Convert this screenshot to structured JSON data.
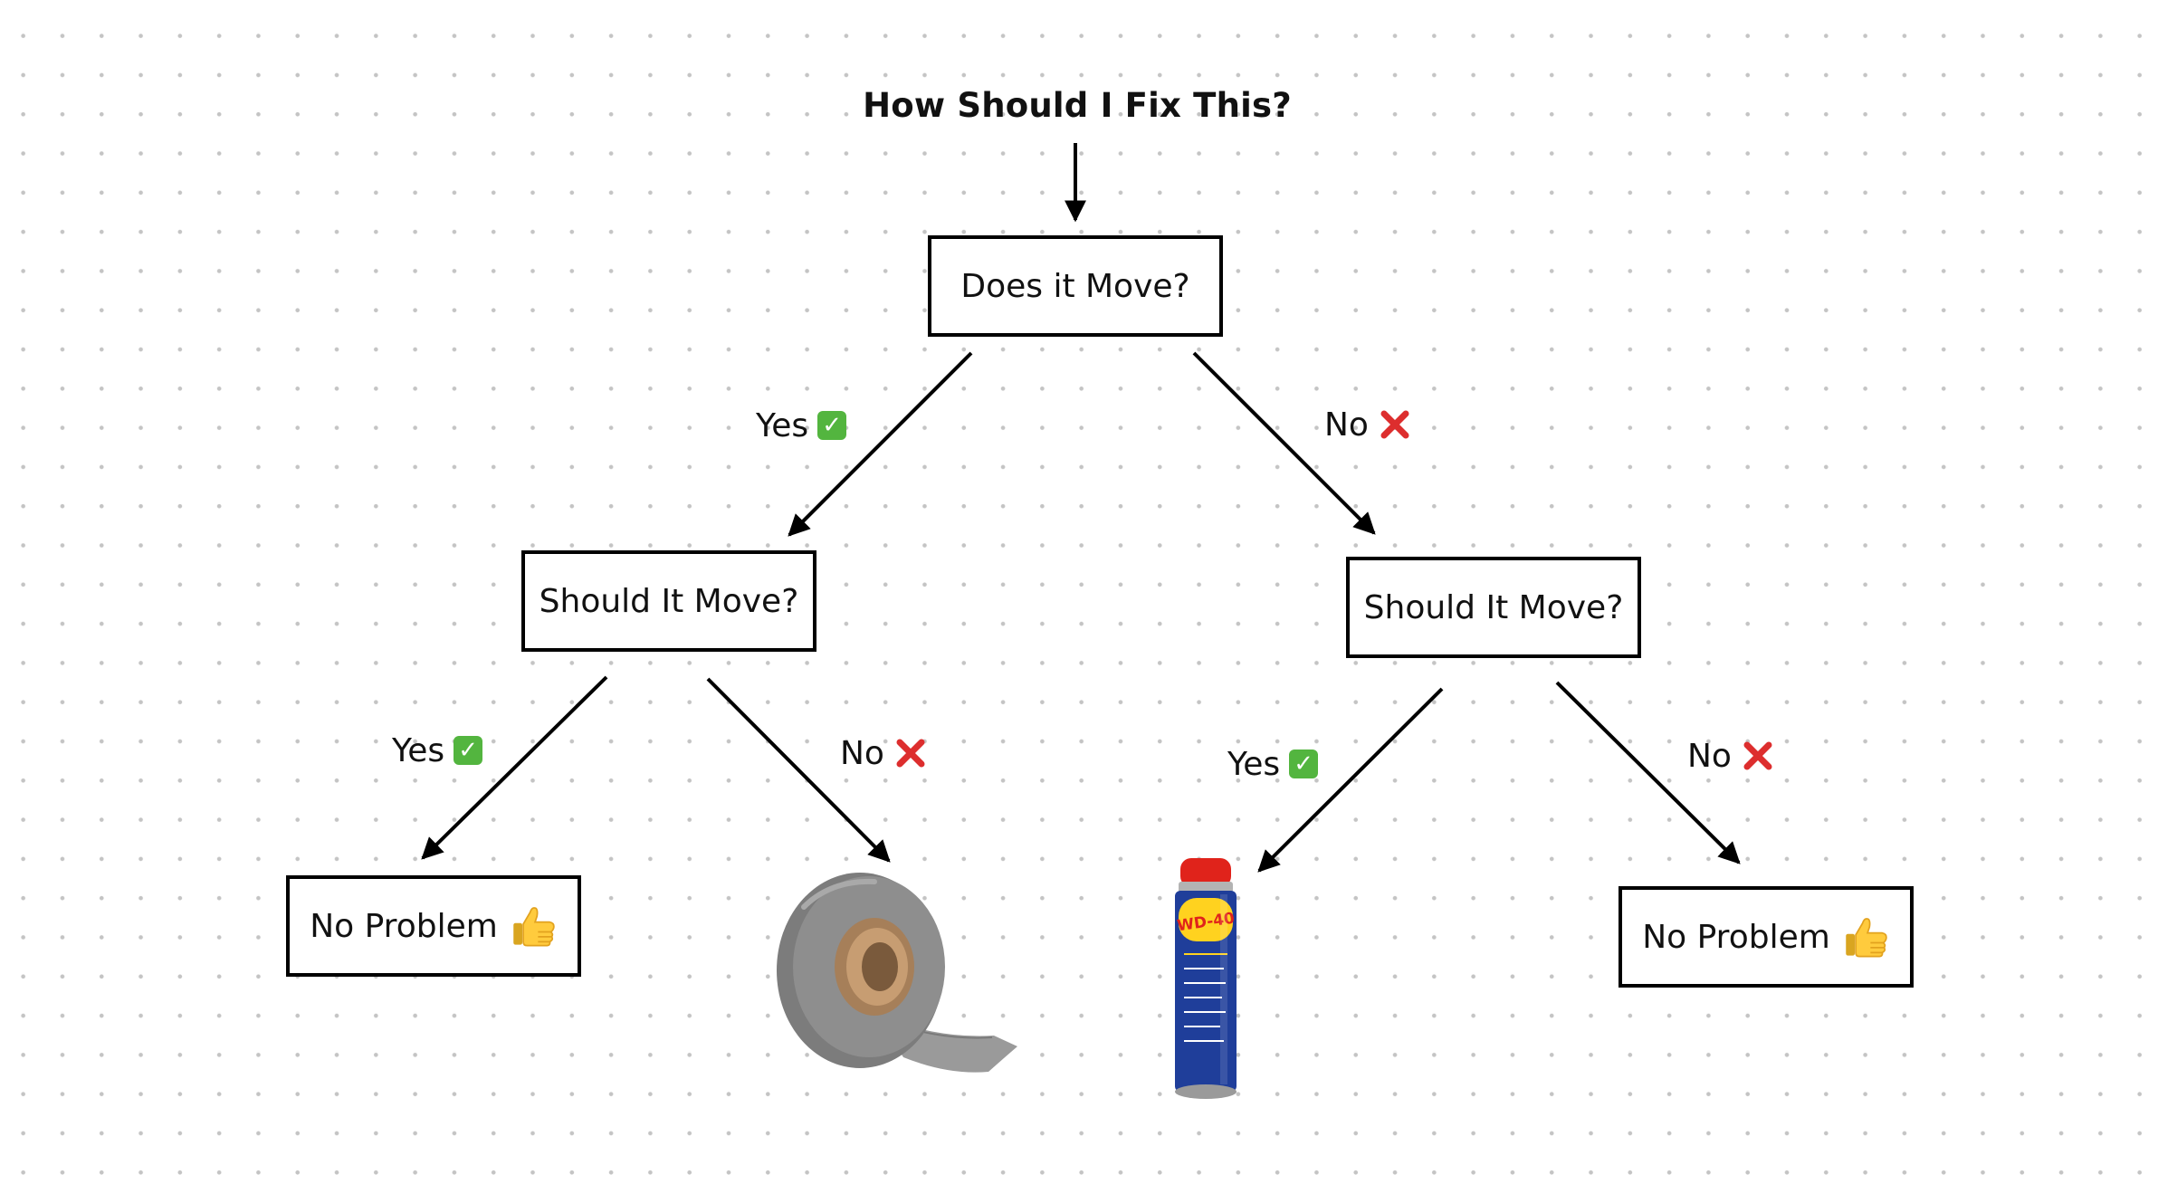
{
  "title": "How Should I Fix This?",
  "nodes": {
    "root": "Does it Move?",
    "left": "Should It Move?",
    "right": "Should It Move?",
    "left_yes": "No Problem",
    "right_no": "No Problem"
  },
  "edge_labels": {
    "root_yes": "Yes",
    "root_no": "No",
    "left_yes": "Yes",
    "left_no": "No",
    "right_yes": "Yes",
    "right_no": "No"
  },
  "icons": {
    "check": "white-check-mark-icon",
    "cross": "red-cross-mark-icon",
    "thumbs_up": "thumbs-up-icon",
    "duct_tape": "duct-tape-roll",
    "wd40": "wd-40-spray-can"
  },
  "wd40_brand": "WD-40",
  "colors": {
    "check_green": "#53b53f",
    "cross_red": "#dd2e2e",
    "thumb_yellow": "#ffcb3d",
    "can_blue": "#1f3e9a",
    "can_yellow": "#ffd21f",
    "cap_red": "#e0231b",
    "tape_grey": "#8c8c8c"
  }
}
